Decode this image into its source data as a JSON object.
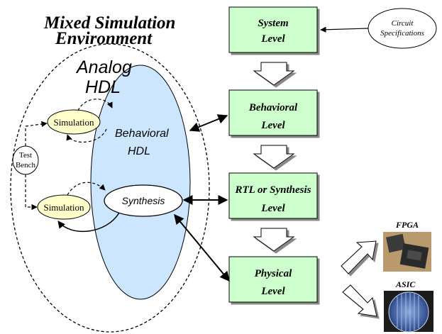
{
  "title": {
    "line1": "Mixed Simulation",
    "line2": "Environment"
  },
  "analog_hdl": {
    "line1": "Analog",
    "line2": "HDL"
  },
  "behavioral_hdl": {
    "line1": "Behavioral",
    "line2": "HDL"
  },
  "simulation_top": "Simulation",
  "simulation_bottom": "Simulation",
  "synthesis": "Synthesis",
  "test_bench": {
    "line1": "Test",
    "line2": "Bench"
  },
  "circuit_spec": {
    "line1": "Circuit",
    "line2": "Specifications"
  },
  "levels": [
    {
      "line1": "System",
      "line2": "Level"
    },
    {
      "line1": "Behavioral",
      "line2": "Level"
    },
    {
      "line1": "RTL or Synthesis",
      "line2": "Level"
    },
    {
      "line1": "Physical",
      "line2": "Level"
    }
  ],
  "fpga_label": "FPGA",
  "asic_label": "ASIC",
  "colors": {
    "level_box_fill": "#ccffcc",
    "behavioral_ellipse_fill": "#cce6ff",
    "simulation_fill": "#ffffcc"
  }
}
